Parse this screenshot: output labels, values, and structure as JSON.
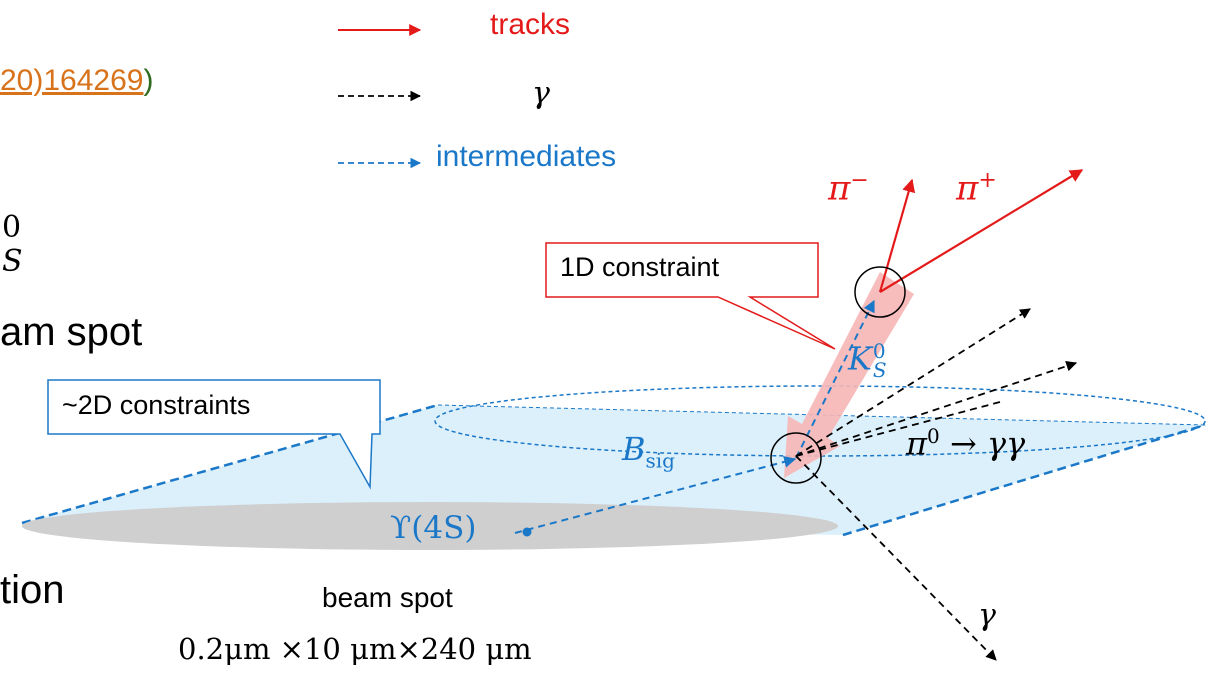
{
  "colors": {
    "track": "#e41a1a",
    "photon": "#000000",
    "intermediate": "#1b78c8",
    "plane_fill": "#dcf0fb",
    "beam_spot_fill": "#cfcfcf",
    "constraint_arrow": "#f6b6b6",
    "reference_link": "#d8731c",
    "reference_paren": "#2e6b1e"
  },
  "clipped_left_text": {
    "reference": "20)164269",
    "reference_paren": ")",
    "k0_sup": "0",
    "k0_sub": "S",
    "beam_spot": "am spot",
    "ation": "tion"
  },
  "legend": {
    "items": [
      {
        "style": "solid-red-arrow",
        "label": "tracks"
      },
      {
        "style": "dashed-black-arrow",
        "label": "γ"
      },
      {
        "style": "dashed-blue-arrow",
        "label": "intermediates"
      }
    ]
  },
  "callouts": {
    "one_d": "1D constraint",
    "two_d": "~2D constraints"
  },
  "particles": {
    "pi_minus": {
      "base": "π",
      "sup": "−"
    },
    "pi_plus": {
      "base": "π",
      "sup": "+"
    },
    "k_short": {
      "base": "K",
      "sup": "0",
      "sub": "S"
    },
    "pi0_decay": {
      "base": "π",
      "sup": "0",
      "rest": " → γγ"
    },
    "b_sig": {
      "base": "B",
      "sub": "sig"
    },
    "upsilon": "ϒ(4S)",
    "gamma": "γ"
  },
  "beam_spot": {
    "label": "beam spot",
    "dims": "0.2μm ×10 μm×240 μm"
  }
}
